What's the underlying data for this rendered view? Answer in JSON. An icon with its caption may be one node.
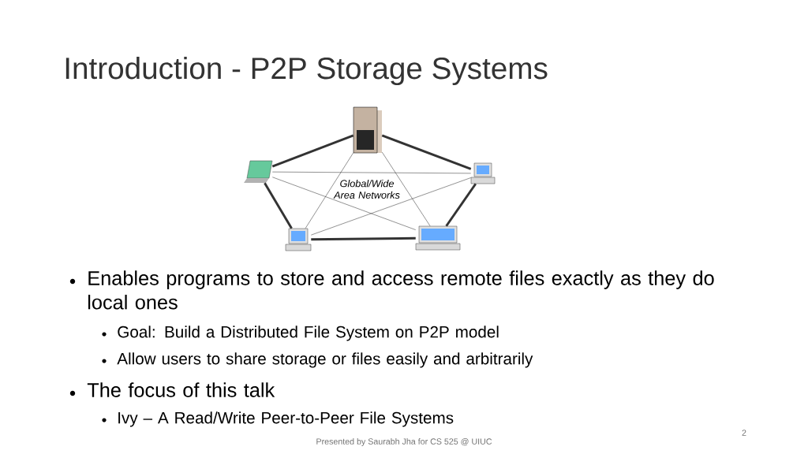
{
  "diagram": {
    "title": "Introduction - P2P Storage Systems",
    "nodes": [
      {
        "text": [],
        "shape": "server"
      },
      {
        "text": [],
        "shape": "laptop"
      },
      {
        "text": [],
        "shape": "computer"
      },
      {
        "text": [],
        "shape": "computer"
      },
      {
        "text": [],
        "shape": "computer"
      }
    ],
    "edges": [
      {
        "from": 0,
        "to": 1,
        "arrow": "none",
        "style": "thick"
      },
      {
        "from": 0,
        "to": 2,
        "arrow": "none",
        "style": "thick"
      },
      {
        "from": 1,
        "to": 3,
        "arrow": "none",
        "style": "thick"
      },
      {
        "from": 2,
        "to": 4,
        "arrow": "none",
        "style": "thick"
      },
      {
        "from": 3,
        "to": 4,
        "arrow": "none",
        "style": "thick"
      },
      {
        "from": 0,
        "to": 3,
        "arrow": "none"
      },
      {
        "from": 0,
        "to": 4,
        "arrow": "none"
      },
      {
        "from": 1,
        "to": 2,
        "arrow": "none"
      },
      {
        "from": 1,
        "to": 4,
        "arrow": "none"
      },
      {
        "from": 2,
        "to": 3,
        "arrow": "none"
      }
    ],
    "labels": [
      "Global/Wide Area Networks",
      "Enables programs to store and access remote files exactly as they do local ones",
      "Goal: Build a Distributed File System on P2P model",
      "Allow users to share storage or files easily and arbitrarily",
      "The focus of this talk",
      "Ivy – A Read/Write Peer-to-Peer File Systems",
      "2",
      "Presented by Saurabh Jha for CS 525 @ UIUC"
    ]
  }
}
